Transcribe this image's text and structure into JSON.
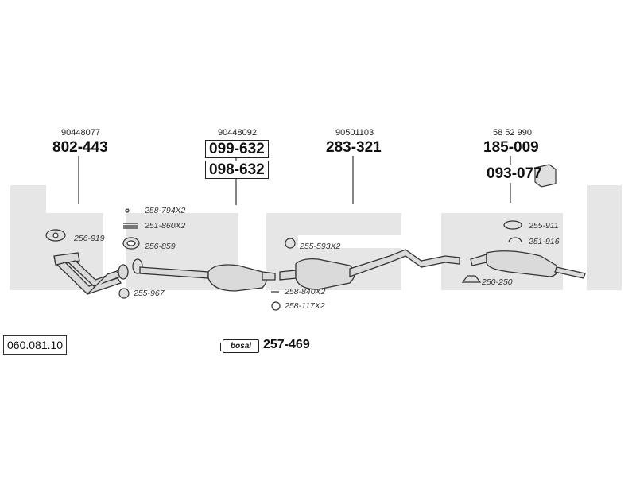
{
  "colors": {
    "watermark": "#e6e6e6",
    "line": "#333333",
    "part_fill": "#dadada"
  },
  "groups": [
    {
      "oem": "90448077",
      "parts": [
        "802-443"
      ]
    },
    {
      "oem": "90448092",
      "parts": [
        "099-632",
        "098-632"
      ]
    },
    {
      "oem": "90501103",
      "parts": [
        "283-321"
      ]
    },
    {
      "oem": "58 52 990",
      "parts": [
        "185-009",
        "093-077"
      ]
    }
  ],
  "small_parts": [
    "258-794X2",
    "251-860X2",
    "256-919",
    "256-859",
    "255-967",
    "255-593X2",
    "258-840X2",
    "258-117X2",
    "255-911",
    "251-916",
    "250-250"
  ],
  "kit": {
    "logo_text": "bosal",
    "code": "257-469"
  },
  "diagram_code": "060.081.10"
}
